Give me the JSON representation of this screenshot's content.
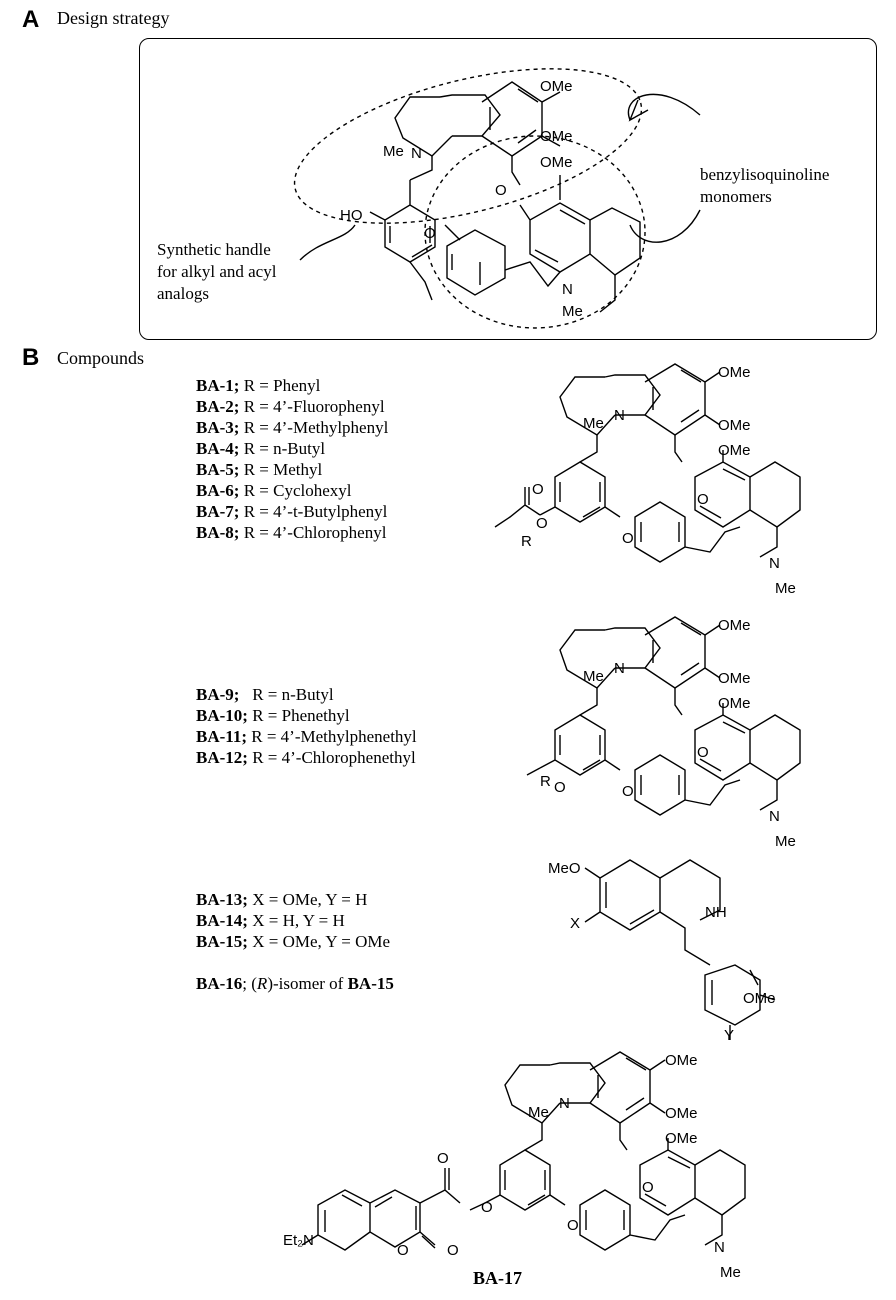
{
  "panels": {
    "a": {
      "letter": "A",
      "title": "Design strategy"
    },
    "b": {
      "letter": "B",
      "title": "Compounds"
    }
  },
  "annotations": {
    "monomers": [
      "benzylisoquinoline",
      "monomers"
    ],
    "handle": [
      "Synthetic handle",
      "for alkyl and acyl",
      "analogs"
    ]
  },
  "atoms": {
    "ome": "OMe",
    "meo": "MeO",
    "me": "Me",
    "me_n": "Me",
    "n": "N",
    "nh": "NH",
    "o": "O",
    "ho": "HO",
    "r": "R",
    "x": "X",
    "y": "Y",
    "et2n": "Et₂N"
  },
  "groups": [
    {
      "id": "g1",
      "compounds": [
        {
          "code": "BA-1;",
          "desc": "R = Phenyl"
        },
        {
          "code": "BA-2;",
          "desc": "R = 4’-Fluorophenyl"
        },
        {
          "code": "BA-3;",
          "desc": "R = 4’-Methylphenyl"
        },
        {
          "code": "BA-4;",
          "desc": "R = n-Butyl"
        },
        {
          "code": "BA-5;",
          "desc": "R = Methyl"
        },
        {
          "code": "BA-6;",
          "desc": "R = Cyclohexyl"
        },
        {
          "code": "BA-7;",
          "desc": "R = 4’-t-Butylphenyl"
        },
        {
          "code": "BA-8;",
          "desc": "R = 4’-Chlorophenyl"
        }
      ]
    },
    {
      "id": "g2",
      "compounds": [
        {
          "code": "BA-9;",
          "desc": "  R = n-Butyl"
        },
        {
          "code": "BA-10;",
          "desc": "R = Phenethyl"
        },
        {
          "code": "BA-11;",
          "desc": "R = 4’-Methylphenethyl"
        },
        {
          "code": "BA-12;",
          "desc": "R = 4’-Chlorophenethyl"
        }
      ]
    },
    {
      "id": "g3",
      "compounds": [
        {
          "code": "BA-13;",
          "desc": "X = OMe, Y = H"
        },
        {
          "code": "BA-14;",
          "desc": "X = H, Y = H"
        },
        {
          "code": "BA-15;",
          "desc": "X = OMe, Y = OMe"
        }
      ]
    }
  ],
  "ba16": {
    "code": "BA-16",
    "sep": "; (",
    "r": "R",
    "mid": ")-isomer of ",
    "ref": "BA-15"
  },
  "ba17_label": "BA-17"
}
